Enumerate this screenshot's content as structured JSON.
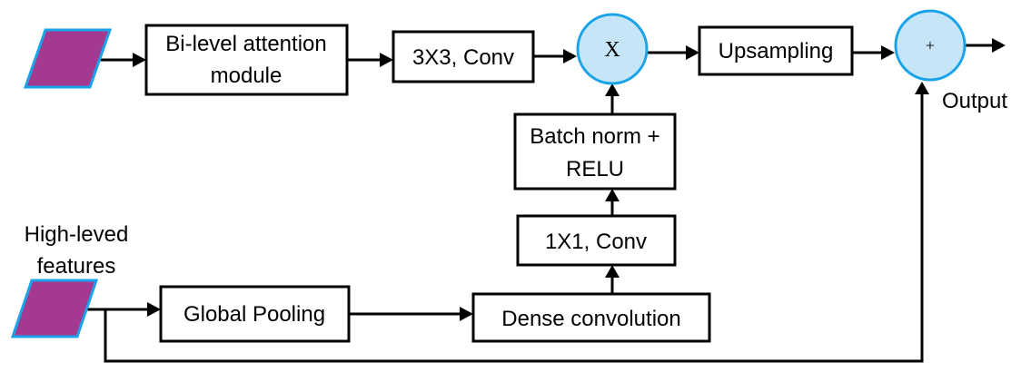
{
  "colors": {
    "input_fill": "#a33a8f",
    "input_stroke": "#1aa3e8",
    "operator_fill": "#c6e6f8",
    "operator_stroke": "#1aa3e8",
    "box_stroke": "#000000",
    "edge": "#000000"
  },
  "inputs": {
    "top": {
      "label": ""
    },
    "bottom": {
      "label_line1": "High-leved",
      "label_line2": "features"
    }
  },
  "boxes": {
    "bi_level_attention": {
      "line1": "Bi-level attention",
      "line2": "module"
    },
    "conv3x3": {
      "label": "3X3, Conv"
    },
    "upsampling": {
      "label": "Upsampling"
    },
    "batch_norm_relu": {
      "line1": "Batch norm +",
      "line2": "RELU"
    },
    "conv1x1": {
      "label": "1X1, Conv"
    },
    "global_pooling": {
      "label": "Global Pooling"
    },
    "dense_convolution": {
      "label": "Dense convolution"
    }
  },
  "operators": {
    "multiply": {
      "symbol": "X"
    },
    "add": {
      "symbol": "+"
    }
  },
  "output": {
    "label": "Output"
  }
}
